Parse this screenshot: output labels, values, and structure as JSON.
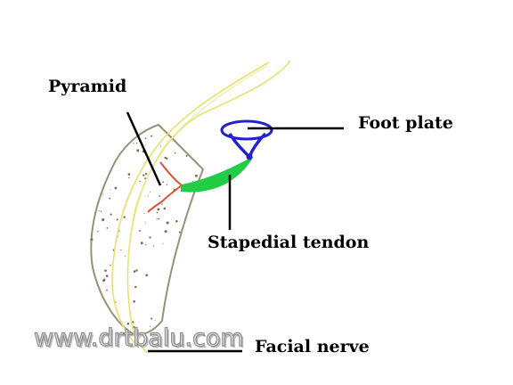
{
  "labels": {
    "pyramid": "Pyramid",
    "foot_plate": "Foot plate",
    "stapedial_tendon": "Stapedial tendon",
    "facial_nerve": "Facial nerve"
  },
  "watermark": "www.drtbalu.com",
  "colors": {
    "bone_outline": "#9a9075",
    "nerve": "#e8e070",
    "pyramid": "#e05030",
    "tendon": "#22cc44",
    "stapes": "#2222cc",
    "leader_lines": "#000000"
  }
}
